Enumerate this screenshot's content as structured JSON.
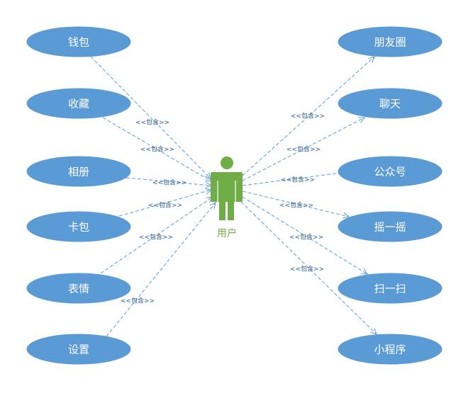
{
  "colors": {
    "usecase_fill": "#5b9bd5",
    "actor_fill": "#70ad47",
    "edge": "#5b9bd5",
    "edge_label": "#2e5d8f"
  },
  "actor": {
    "label": "用户",
    "icon": "user-actor-icon"
  },
  "relation_label": "<<包含>>",
  "left_usecases": [
    {
      "id": "wallet",
      "label": "钱包"
    },
    {
      "id": "favorites",
      "label": "收藏"
    },
    {
      "id": "album",
      "label": "相册"
    },
    {
      "id": "cards",
      "label": "卡包"
    },
    {
      "id": "stickers",
      "label": "表情"
    },
    {
      "id": "settings",
      "label": "设置"
    }
  ],
  "right_usecases": [
    {
      "id": "moments",
      "label": "朋友圈"
    },
    {
      "id": "chat",
      "label": "聊天"
    },
    {
      "id": "official-accounts",
      "label": "公众号"
    },
    {
      "id": "shake",
      "label": "摇一摇"
    },
    {
      "id": "scan",
      "label": "扫一扫"
    },
    {
      "id": "mini-programs",
      "label": "小程序"
    }
  ]
}
